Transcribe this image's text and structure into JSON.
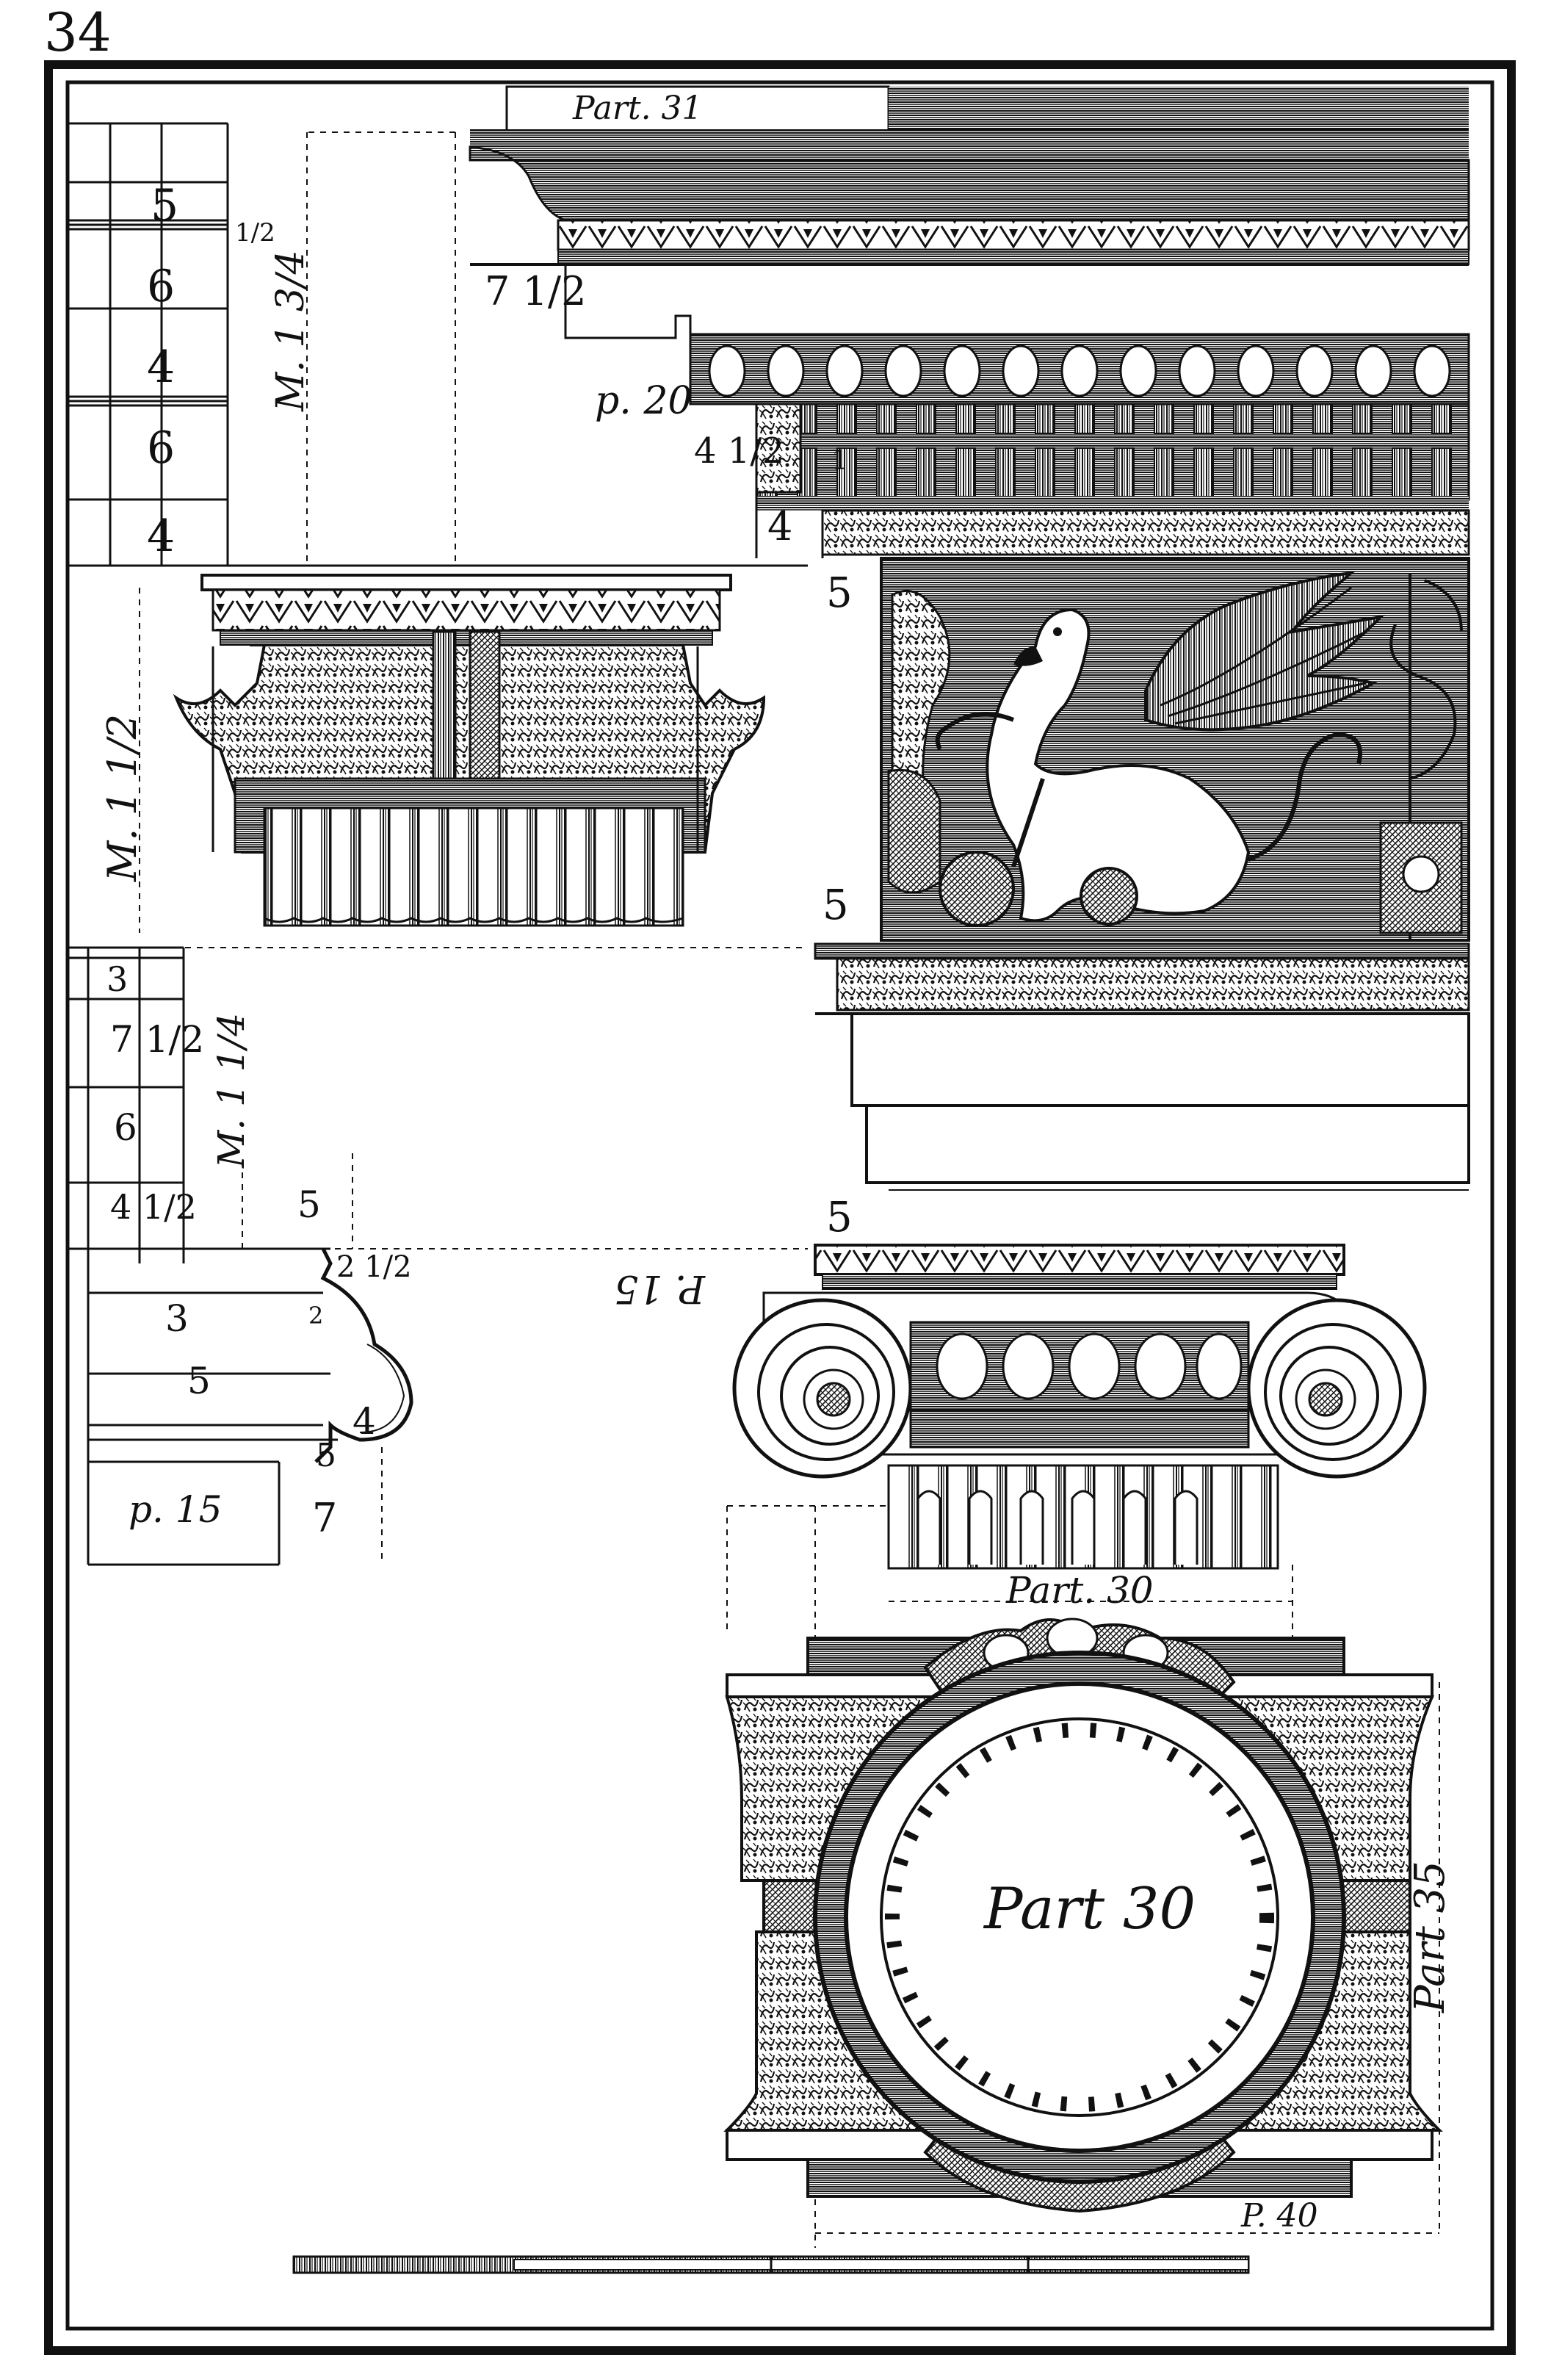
{
  "plate": {
    "page_number": "34",
    "part_label_top": "Part. 31",
    "part_label_ionic": "Part. 30",
    "part_label_circle": "Part 30",
    "part_label_side": "Part 35",
    "part_label_bottom": "P. 40"
  },
  "entablature_left": {
    "dims": [
      "5",
      "1/2",
      "6",
      "4",
      "6",
      "4"
    ],
    "module": "M. 1 3/4"
  },
  "entablature_mid": {
    "cornice_height": "7 1/2",
    "frieze_part": "p. 20",
    "dentil_height": "4 1/2",
    "small_one": "1",
    "four": "4",
    "five_top": "5",
    "five_bottom": "5"
  },
  "capital_left": {
    "module": "M. 1 1/2"
  },
  "base_left": {
    "dims": [
      "3",
      "7 1/2",
      "6",
      "4 1/2",
      "3",
      "5"
    ],
    "module": "M. 1 1/4",
    "profile_dims": [
      "5",
      "2 1/2",
      "2",
      "4",
      "5",
      "7"
    ],
    "part": "p. 15"
  },
  "ionic": {
    "five": "5",
    "rotated_part": "P. 15"
  }
}
